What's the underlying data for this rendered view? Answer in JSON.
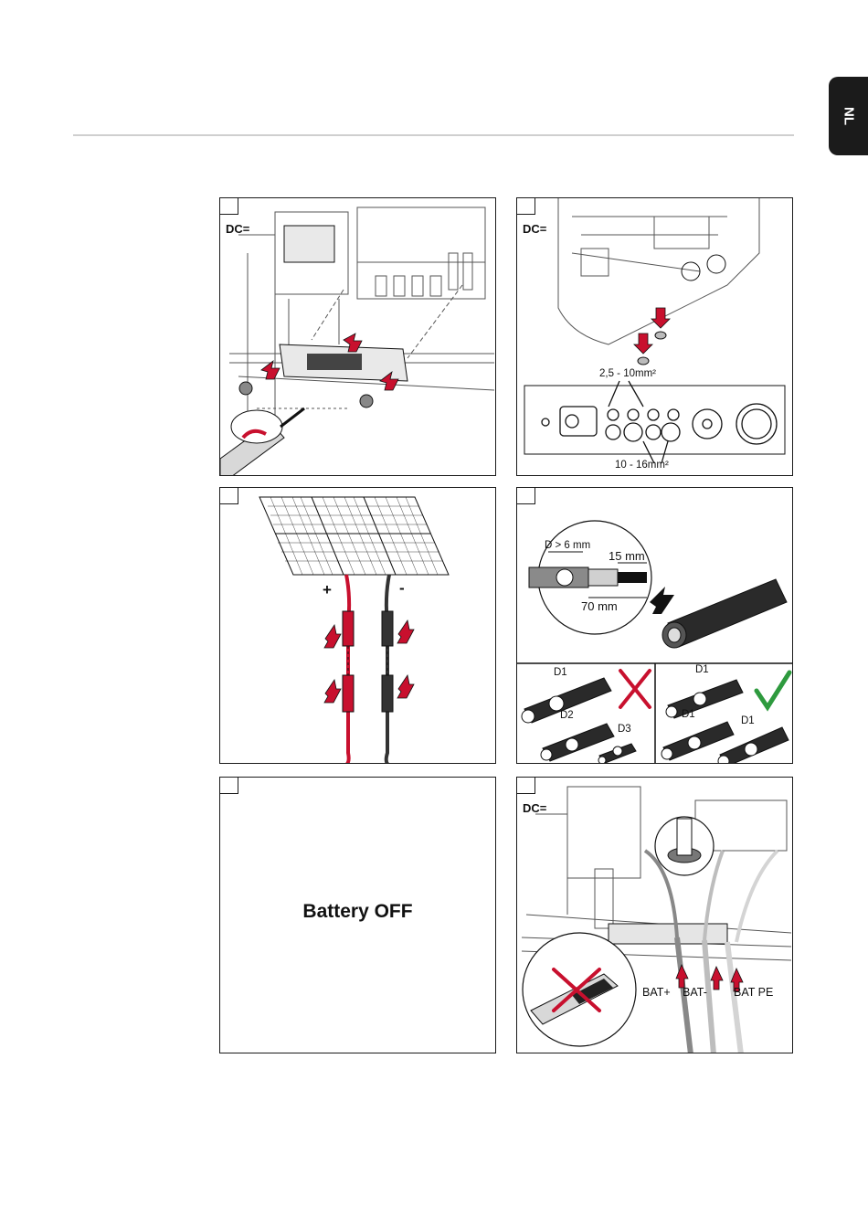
{
  "language_tab": "NL",
  "panels": {
    "p1": {
      "label": "DC="
    },
    "p2": {
      "label": "DC=",
      "small_section": "2,5 - 10mm²",
      "large_section": "10 - 16mm²"
    },
    "p3": {
      "plus": "+",
      "minus": "-"
    },
    "p4": {
      "diameter": "D > 6 mm",
      "strip": "15 mm",
      "length": "70 mm",
      "d1": "D1",
      "d2": "D2",
      "d3": "D3"
    },
    "p5": {
      "text": "Battery OFF"
    },
    "p6": {
      "label": "DC=",
      "bat_plus": "BAT+",
      "bat_minus": "BAT-",
      "bat_pe": "BAT PE"
    }
  },
  "colors": {
    "accent_red": "#c8102e",
    "ok_green": "#2e9a3e",
    "tab_black": "#1b1b1b"
  },
  "icons": [
    "screw-icon",
    "screwdriver-icon",
    "arrow-step-icon",
    "solar-panel-icon",
    "connector-icon",
    "cross-icon",
    "check-icon",
    "cable-icon",
    "knife-icon"
  ]
}
